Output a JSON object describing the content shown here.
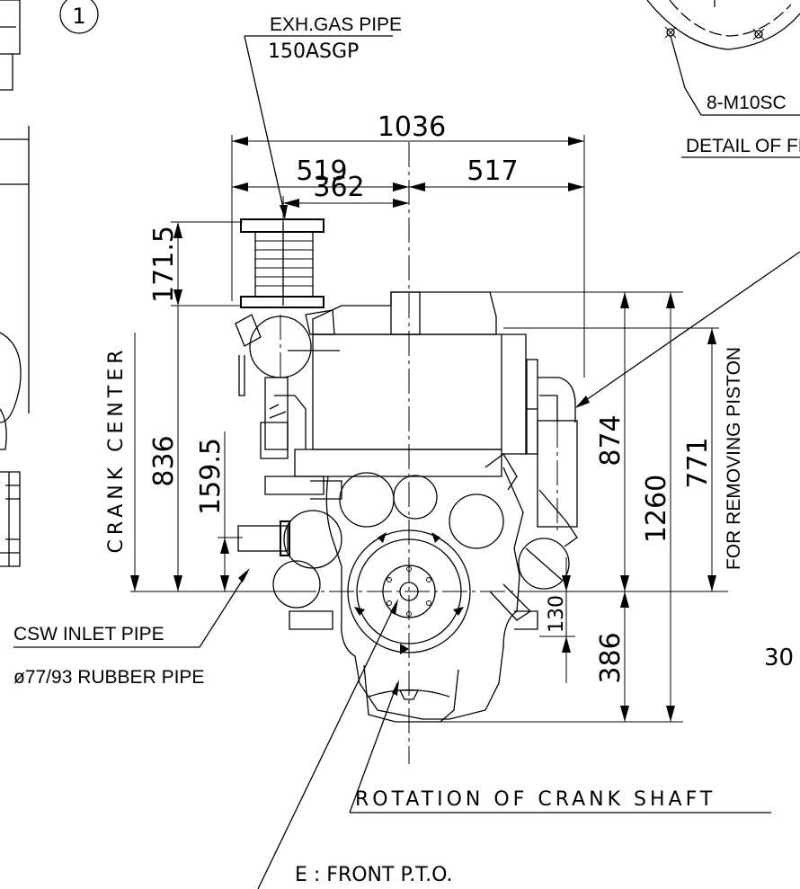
{
  "labels": {
    "item_number": "1",
    "exh_gas_pipe_title": "EXH.GAS PIPE",
    "exh_gas_pipe_spec": "150ASGP",
    "bolt_spec": "8-M10SC",
    "detail_title": "DETAIL OF FRO",
    "crank_center": "CRANK CENTER",
    "for_removing_piston": "FOR REMOVING PISTON",
    "csw_inlet_title": "CSW INLET PIPE",
    "csw_inlet_spec": "ø77/93 RUBBER PIPE",
    "rotation": "ROTATION OF CRANK SHAFT",
    "front_pto": "E : FRONT P.T.O.",
    "partial_dim": "30"
  },
  "dimensions": {
    "overall_width": "1036",
    "left_half": "519",
    "right_half": "517",
    "exh_offset": "362",
    "exh_height": "171.5",
    "crank_center_height": "836",
    "csw_height": "159.5",
    "top_height": "874",
    "overall_height": "1260",
    "piston_removal": "771",
    "pto_offset": "130",
    "bottom_depth": "386"
  }
}
